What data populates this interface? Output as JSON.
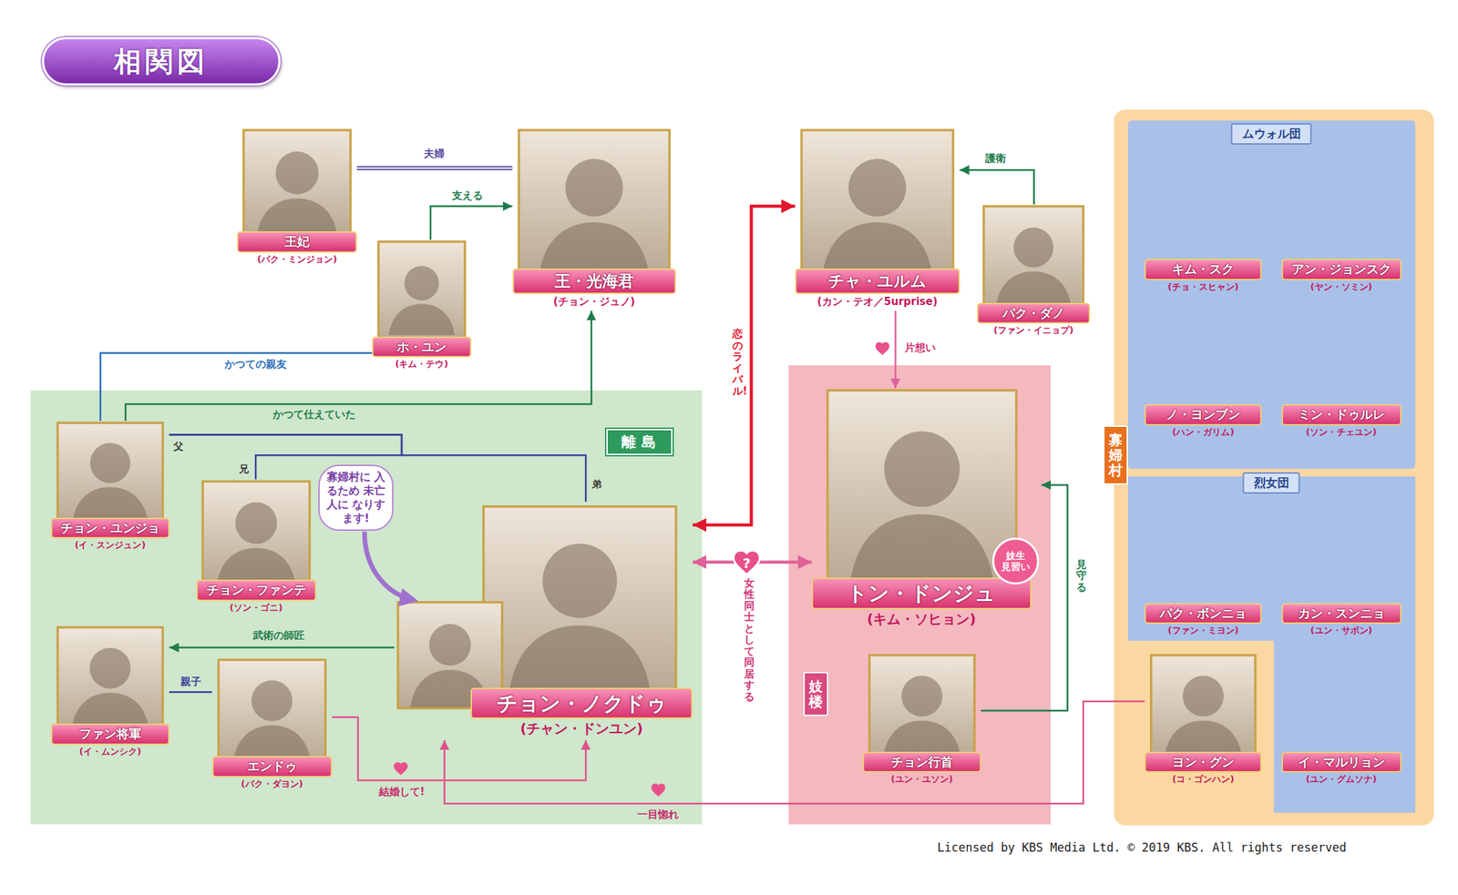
{
  "diagram": {
    "title": "相関図",
    "nodes": [
      {
        "text": [
          "王妃",
          "(パク・ミンジョン)"
        ]
      },
      {
        "text": [
          "王・光海君",
          "(チョン・ジュノ)"
        ]
      },
      {
        "text": [
          "ホ・ユン",
          "(キム・テウ)"
        ]
      },
      {
        "text": [
          "チャ・ユルム",
          "(カン・テオ／5urprise)"
        ]
      },
      {
        "text": [
          "パク・ダノ",
          "(ファン・イニョプ)"
        ]
      },
      {
        "text": [
          "寡婦村"
        ]
      },
      {
        "text": [
          "ムウォル団"
        ],
        "in": 5
      },
      {
        "text": [
          "キム・スク",
          "(チョ・スヒャン)"
        ],
        "in": 6
      },
      {
        "text": [
          "アン・ジョンスク",
          "(ヤン・ソミン)"
        ],
        "in": 6
      },
      {
        "text": [
          "ノ・ヨンブン",
          "(ハン・ガリム)"
        ],
        "in": 6
      },
      {
        "text": [
          "ミン・ドゥルレ",
          "(ソン・チェユン)"
        ],
        "in": 6
      },
      {
        "text": [
          "烈女団"
        ],
        "in": 5
      },
      {
        "text": [
          "パク・ボンニョ",
          "(ファン・ミヨン)"
        ],
        "in": 11
      },
      {
        "text": [
          "カン・スンニョ",
          "(ユン・サボン)"
        ],
        "in": 11
      },
      {
        "text": [
          "イ・マルリョン",
          "(ユン・グムソナ)"
        ],
        "in": 11
      },
      {
        "text": [
          "ヨン・グン",
          "(コ・ゴンハン)"
        ],
        "in": 5
      },
      {
        "text": [
          "離島"
        ]
      },
      {
        "text": [
          "チョン・ユンジョ",
          "(イ・スンジュン)"
        ],
        "in": 16
      },
      {
        "text": [
          "チョン・ファンテ",
          "(ソン・ゴニ)"
        ],
        "in": 16
      },
      {
        "text": [
          "寡婦村に 入るため 未亡人に なりすます!"
        ],
        "in": 16
      },
      {
        "text": [
          "チョン・ノクドゥ",
          "(チャン・ドンユン)"
        ],
        "in": 16
      },
      {
        "text": [
          "ファン将軍",
          "(イ・ムンシク)"
        ],
        "in": 16
      },
      {
        "text": [
          "エンドゥ",
          "(パク・ダヨン)"
        ],
        "in": 16
      },
      {
        "text": [
          "妓楼"
        ]
      },
      {
        "text": [
          "トン・ドンジュ",
          "(キム・ソヒョン)",
          "妓生 見習い"
        ],
        "in": 23
      },
      {
        "text": [
          "チョン行首",
          "(ユン・ユソン)"
        ],
        "in": 23
      }
    ],
    "edges": [
      {
        "from": 0,
        "to": 1,
        "arrow": "none",
        "label": "夫婦"
      },
      {
        "from": 2,
        "to": 1,
        "arrow": "to",
        "label": "支える"
      },
      {
        "from": 17,
        "to": 2,
        "arrow": "none",
        "label": "かつての親友"
      },
      {
        "from": 17,
        "to": 1,
        "arrow": "to",
        "label": "かつて仕えていた"
      },
      {
        "from": 17,
        "to": 18,
        "arrow": "none"
      },
      {
        "from": 17,
        "to": 20,
        "arrow": "none"
      },
      {
        "from": 20,
        "to": 21,
        "arrow": "to",
        "label": "武術の師匠"
      },
      {
        "from": 21,
        "to": 22,
        "arrow": "none",
        "label": "親子"
      },
      {
        "from": 22,
        "to": 20,
        "arrow": "to",
        "label": "結婚して!"
      },
      {
        "from": 15,
        "to": 20,
        "arrow": "to",
        "label": "一目惚れ"
      },
      {
        "from": 20,
        "to": 3,
        "arrow": "both",
        "label": "恋のライバル!"
      },
      {
        "from": 20,
        "to": 24,
        "arrow": "both",
        "label": "女性同士として 同居する"
      },
      {
        "from": 3,
        "to": 24,
        "arrow": "to",
        "label": "片想い"
      },
      {
        "from": 4,
        "to": 3,
        "arrow": "to",
        "label": "護衛"
      },
      {
        "from": 25,
        "to": 24,
        "arrow": "to",
        "label": "見守る"
      }
    ],
    "labels": [
      "父",
      "兄",
      "弟",
      "?",
      "Licensed by KBS Media Ltd. © 2019 KBS. All rights reserved"
    ]
  }
}
